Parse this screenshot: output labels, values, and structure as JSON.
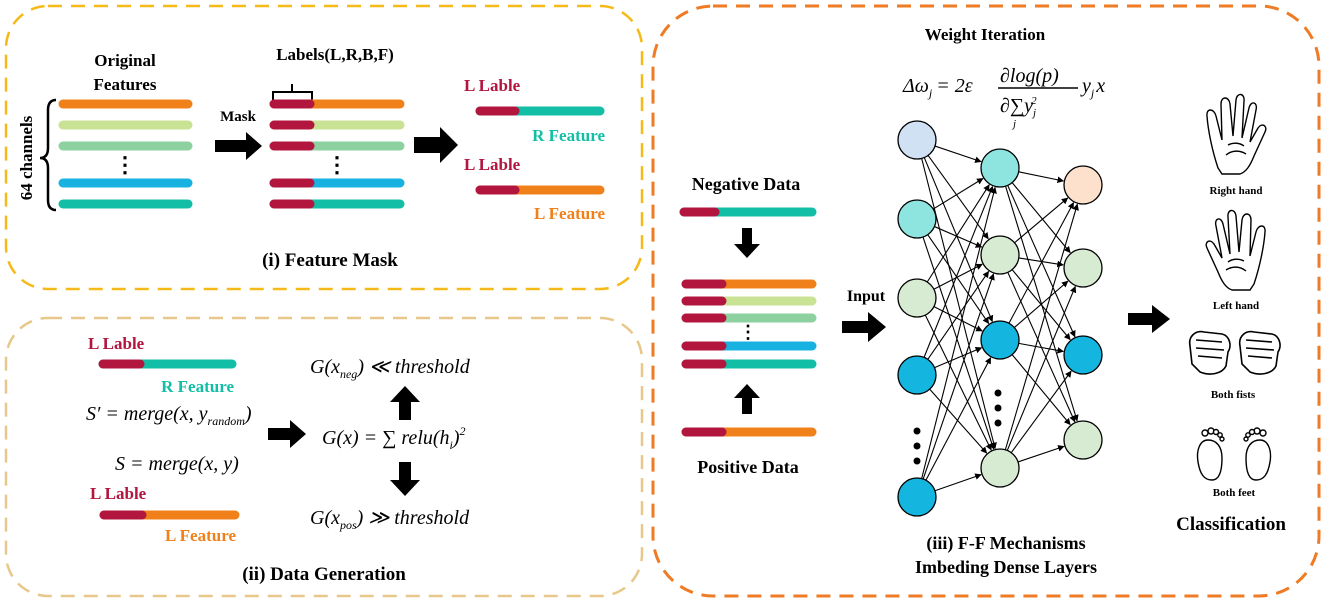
{
  "colors": {
    "orange": "#f08019",
    "teal": "#12bfa6",
    "red": "#b2153e",
    "lightgreen": "#c9e394",
    "sage": "#8dd1a1",
    "blue": "#17b2e0",
    "panel1": "#f5b919",
    "panel2": "#e8c78a",
    "panel3": "#ef7b24",
    "node_lightblue": "#cfe1f3",
    "node_cyan": "#8ee5df",
    "node_sage": "#d6ebd2",
    "node_blue": "#14b6e0",
    "node_peach": "#fde1cc"
  },
  "feature_mask": {
    "original_features": [
      "Original",
      "Features"
    ],
    "channels": "64 channels",
    "labels": "Labels(L,R,B,F)",
    "mask": "Mask",
    "l_lable_1": "L Lable",
    "r_feature": "R Feature",
    "l_lable_2": "L Lable",
    "l_feature": "L Feature",
    "caption": "(i) Feature Mask",
    "dots": "⋮"
  },
  "data_generation": {
    "l_lable_1": "L Lable",
    "r_feature": "R Feature",
    "s_prime": "S′ = merge(x, y",
    "s_prime_sub": "random",
    "s_prime_end": ")",
    "s": "S = merge(x, y)",
    "l_lable_2": "L Lable",
    "l_feature": "L Feature",
    "g_neg_a": "G(x",
    "g_neg_sub": "neg",
    "g_neg_b": ") ≪ threshold",
    "g_center": "G(x) = ∑ relu(h",
    "g_center_sub": "i",
    "g_center_end": ")",
    "g_center_sup": "2",
    "g_pos_a": "G(x",
    "g_pos_sub": "pos",
    "g_pos_b": ") ≫ threshold",
    "caption": "(ii) Data Generation"
  },
  "ff": {
    "weight_iteration": "Weight Iteration",
    "formula_lhs": "Δω",
    "formula_lhs_sub": "j",
    "formula_eq": "= 2ε",
    "formula_num": "∂log(p)",
    "formula_den": "∂∑y",
    "formula_den_sup": "2",
    "formula_den_sub": "j",
    "formula_sum_sub": "j",
    "formula_tail": "y",
    "formula_tail_sub": "j",
    "formula_x": "x",
    "negative_data": "Negative Data",
    "positive_data": "Positive Data",
    "input": "Input",
    "caption_1": "(iii) F-F Mechanisms",
    "caption_2": "Imbeding Dense Layers",
    "dots": "⋮",
    "big_dots": "•"
  },
  "classification": {
    "title": "Classification",
    "classes": [
      "Right hand",
      "Left hand",
      "Both fists",
      "Both feet"
    ]
  },
  "network": {
    "layer1_colors": [
      "node_lightblue",
      "node_cyan",
      "node_cyan",
      "node_sage",
      "node_blue",
      "node_blue"
    ],
    "layer2_colors": [
      "node_cyan",
      "node_sage",
      "node_blue",
      "node_sage"
    ],
    "layer3_colors": [
      "node_peach",
      "node_sage",
      "node_blue",
      "node_sage"
    ]
  }
}
